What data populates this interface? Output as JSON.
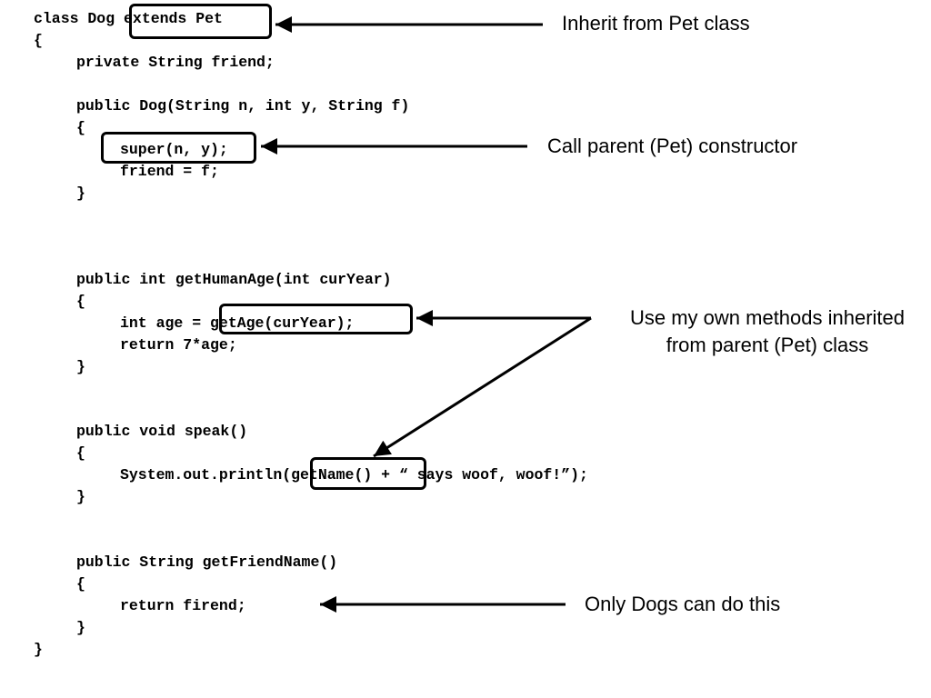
{
  "code_lines": [
    "class Dog extends Pet",
    "{",
    "private String friend;",
    "public Dog(String n, int y, String f)",
    "{",
    "super(n, y);",
    "friend = f;",
    "}",
    "public int getHumanAge(int curYear)",
    "{",
    "int age = getAge(curYear);",
    "return 7*age;",
    "}",
    "public void speak()",
    "{",
    "System.out.println(getName() + “ says woof, woof!”);",
    "}",
    "public String getFriendName()",
    "{",
    "return firend;",
    "}",
    "}"
  ],
  "annotations": {
    "inherit": "Inherit from Pet class",
    "call_parent": "Call parent (Pet) constructor",
    "own_methods_line1": "Use my own methods inherited",
    "own_methods_line2": "from parent (Pet) class",
    "only_dogs": "Only Dogs can do this"
  },
  "highlighted_snippets": [
    "extends Pet",
    "super(n, y);",
    "getAge(curYear);",
    "getName()"
  ]
}
